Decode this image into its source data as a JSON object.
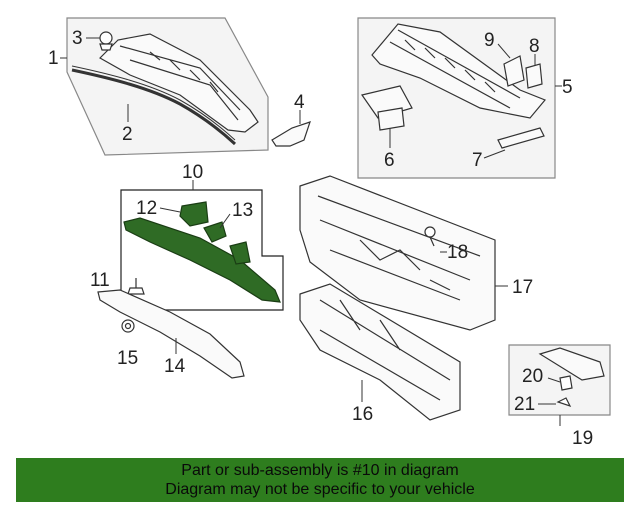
{
  "callouts": {
    "n1": "1",
    "n2": "2",
    "n3": "3",
    "n4": "4",
    "n5": "5",
    "n6": "6",
    "n7": "7",
    "n8": "8",
    "n9": "9",
    "n10": "10",
    "n11": "11",
    "n12": "12",
    "n13": "13",
    "n14": "14",
    "n15": "15",
    "n16": "16",
    "n17": "17",
    "n18": "18",
    "n19": "19",
    "n20": "20",
    "n21": "21"
  },
  "highlight_part": "10",
  "colors": {
    "banner": "#2e7d1e",
    "highlight": "#2f6b25",
    "line": "#333333",
    "box": "#888888"
  },
  "banner": {
    "line1": "Part or sub-assembly is #10 in diagram",
    "line2": "Diagram may not be specific to your vehicle"
  }
}
